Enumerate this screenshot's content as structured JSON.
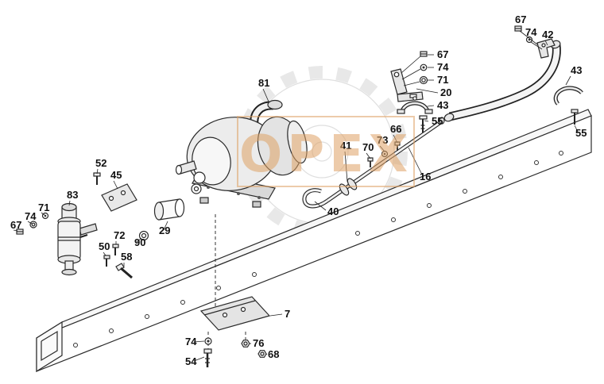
{
  "diagram": {
    "type": "exploded-parts-diagram",
    "callouts": {
      "top_right_67": "67",
      "top_right_74": "74",
      "pipe_42": "42",
      "pipe_clamp_43": "43",
      "pipe_bolt_55": "55",
      "col_67": "67",
      "col_74": "74",
      "col_71": "71",
      "bracket_20": "20",
      "clamp_43": "43",
      "bolt_55": "55",
      "pump_81": "81",
      "stud_66": "66",
      "washer_73": "73",
      "bolt_70": "70",
      "ring_41": "41",
      "tube_16": "16",
      "hose_40": "40",
      "bolt_52": "52",
      "bracket_45": "45",
      "filter_83": "83",
      "washer_71": "71",
      "washer_74": "74",
      "nut_67": "67",
      "bolt_72": "72",
      "bolt_50": "50",
      "ring_90": "90",
      "spacer_29": "29",
      "bolt_58": "58",
      "plate_7": "7",
      "washer_74b": "74",
      "nut_76": "76",
      "bolt_54": "54",
      "nut_68": "68"
    }
  },
  "watermark": {
    "text": "ОРЕХ",
    "color": "#dfa265",
    "gear_color": "#e2e2e2"
  }
}
